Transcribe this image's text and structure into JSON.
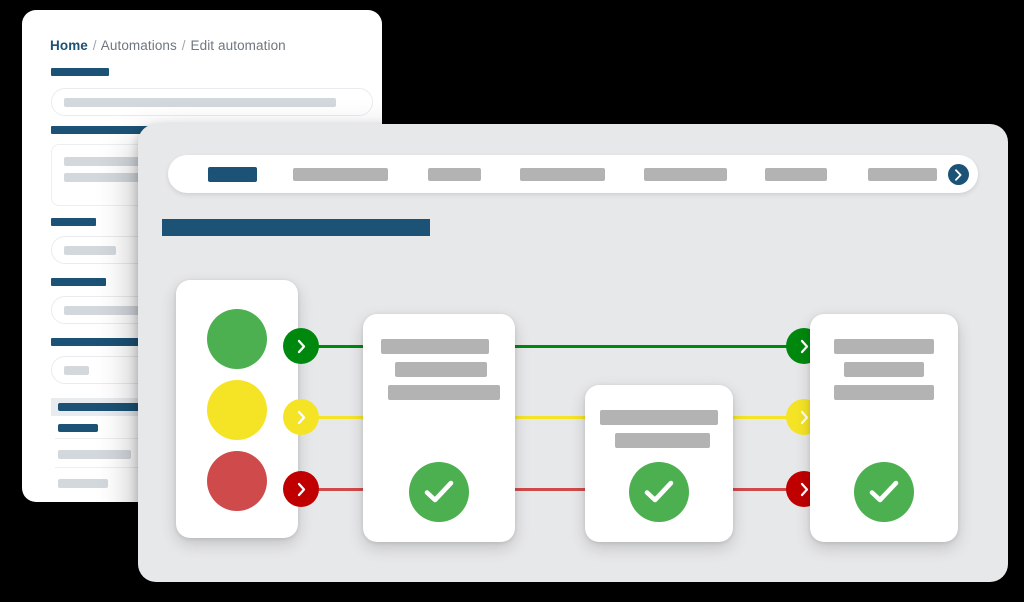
{
  "back_panel": {
    "breadcrumb": {
      "home": "Home",
      "sep1": "/",
      "level2": "Automations",
      "sep2": "/",
      "level3": "Edit automation"
    },
    "fields": [
      {
        "label_width": 58,
        "field_width": 322,
        "ph_width": 272,
        "type": "text-input"
      },
      {
        "label_width": 103,
        "field_width": 322,
        "ph_width": 0,
        "type": "textarea"
      },
      {
        "label_width": 45,
        "field_width": 322,
        "ph_width": 52,
        "type": "text-input"
      },
      {
        "label_width": 55,
        "field_width": 322,
        "ph_width": 95,
        "type": "text-input"
      },
      {
        "label_width": 118,
        "field_width": 322,
        "ph_width": 25,
        "type": "text-input"
      }
    ],
    "list_rows": 2
  },
  "front_panel": {
    "nav": {
      "items": [
        {
          "label_id": "tab-active",
          "width": 49,
          "active": true
        },
        {
          "label_id": "tab-2",
          "width": 95,
          "active": false
        },
        {
          "label_id": "tab-3",
          "width": 53,
          "active": false
        },
        {
          "label_id": "tab-4",
          "width": 85,
          "active": false
        },
        {
          "label_id": "tab-5",
          "width": 83,
          "active": false
        },
        {
          "label_id": "tab-6",
          "width": 62,
          "active": false
        },
        {
          "label_id": "tab-7",
          "width": 69,
          "active": false
        }
      ],
      "next_icon": "chevron-right-icon"
    },
    "page_title_id": "page-title-placeholder",
    "flow": {
      "status_card": {
        "lights": [
          {
            "status": "green",
            "color": "#4caf50"
          },
          {
            "status": "yellow",
            "color": "#f5e426"
          },
          {
            "status": "red",
            "color": "#cf4b4b"
          }
        ]
      },
      "connectors": [
        {
          "status": "green",
          "color": "#00880e",
          "icon": "chevron-right-icon"
        },
        {
          "status": "yellow",
          "color": "#f5e426",
          "icon": "chevron-right-icon"
        },
        {
          "status": "red",
          "color": "#c00000",
          "icon": "chevron-right-icon"
        }
      ],
      "step_cards": [
        {
          "id": "step-card-1",
          "lines": 3,
          "check_icon": "check-circle-icon"
        },
        {
          "id": "step-card-2",
          "lines": 2,
          "check_icon": "check-circle-icon"
        },
        {
          "id": "step-card-3",
          "lines": 3,
          "check_icon": "check-circle-icon"
        }
      ]
    }
  },
  "colors": {
    "brand_dark_blue": "#1b5275",
    "panel_background": "#e7e8ea",
    "placeholder_gray": "#b3b3b3",
    "field_placeholder_gray": "#d3d8dd",
    "status_green": "#4caf50",
    "status_yellow": "#f5e426",
    "status_red": "#cf4b4b",
    "connector_green": "#00880e",
    "connector_yellow": "#f5e426",
    "connector_red": "#c00000"
  }
}
